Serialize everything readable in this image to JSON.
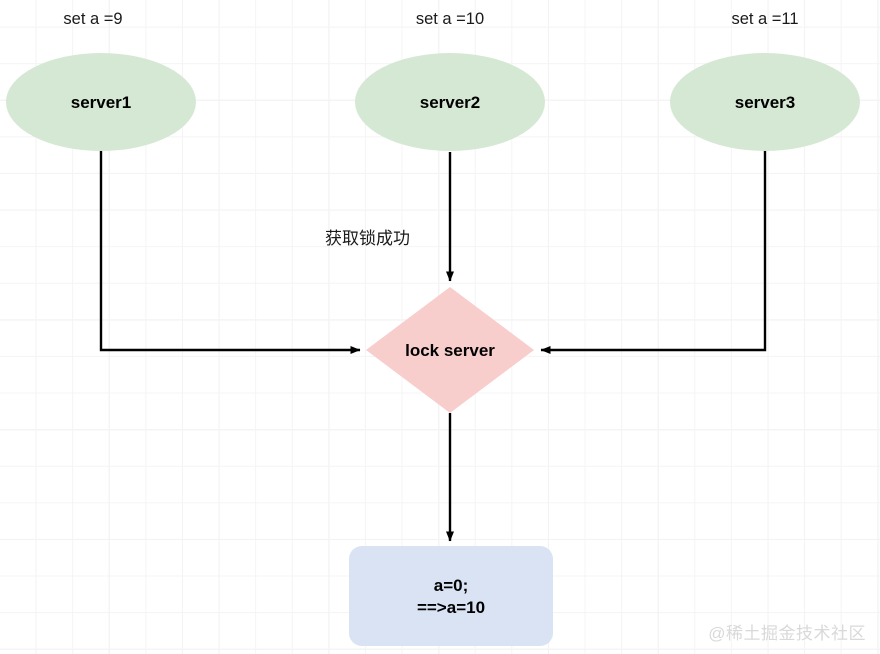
{
  "diagram": {
    "title": "distributed lock flowchart",
    "colors": {
      "ellipse_fill": "#d5e8d4",
      "diamond_fill": "#f8cecc",
      "box_fill": "#dae3f3",
      "edge_stroke": "#000000",
      "text": "#000000",
      "grid_minor": "#f4f4f4",
      "grid_major": "#e9e9e9",
      "watermark": "#d9d9d9"
    },
    "top_labels": [
      {
        "id": "set-a-9",
        "text": "set a =9"
      },
      {
        "id": "set-a-10",
        "text": "set a =10"
      },
      {
        "id": "set-a-11",
        "text": "set a =11"
      }
    ],
    "nodes": [
      {
        "id": "server1",
        "shape": "ellipse",
        "label": "server1"
      },
      {
        "id": "server2",
        "shape": "ellipse",
        "label": "server2"
      },
      {
        "id": "server3",
        "shape": "ellipse",
        "label": "server3"
      },
      {
        "id": "lock-server",
        "shape": "diamond",
        "label": "lock server"
      },
      {
        "id": "result-box",
        "shape": "rounded-rect",
        "label_line1": "a=0;",
        "label_line2": "==>a=10"
      }
    ],
    "edges": [
      {
        "id": "server1-to-lock",
        "from": "server1",
        "to": "lock-server",
        "label": ""
      },
      {
        "id": "server2-to-lock",
        "from": "server2",
        "to": "lock-server",
        "label": "获取锁成功"
      },
      {
        "id": "server3-to-lock",
        "from": "server3",
        "to": "lock-server",
        "label": ""
      },
      {
        "id": "lock-to-result",
        "from": "lock-server",
        "to": "result-box",
        "label": ""
      }
    ],
    "watermark": "@稀土掘金技术社区"
  }
}
